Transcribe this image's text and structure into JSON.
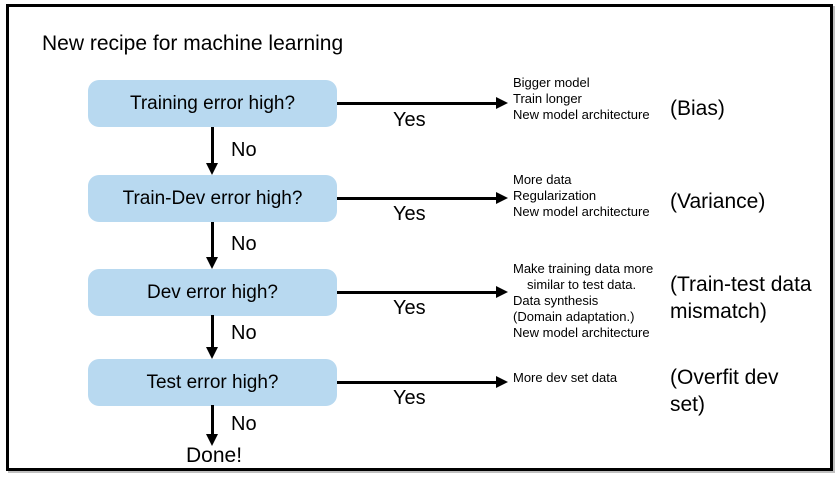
{
  "title": "New recipe for machine learning",
  "colors": {
    "box_fill": "#b8d9f0",
    "line": "#000000",
    "frame_border": "#000000",
    "text": "#000000"
  },
  "flow": {
    "steps": [
      {
        "question": "Training error high?",
        "yes_label": "Yes",
        "no_label": "No",
        "actions": [
          "Bigger model",
          "Train longer",
          "New model architecture"
        ],
        "category_lines": [
          "(Bias)"
        ]
      },
      {
        "question": "Train-Dev error high?",
        "yes_label": "Yes",
        "no_label": "No",
        "actions": [
          "More data",
          "Regularization",
          "New model architecture"
        ],
        "category_lines": [
          "(Variance)"
        ]
      },
      {
        "question": "Dev error high?",
        "yes_label": "Yes",
        "no_label": "No",
        "actions": [
          "Make training data more",
          "similar to test data.",
          "Data synthesis",
          "(Domain adaptation.)",
          "New model architecture"
        ],
        "category_lines": [
          "(Train-test data",
          "mismatch)"
        ]
      },
      {
        "question": "Test error high?",
        "yes_label": "Yes",
        "no_label": "No",
        "actions": [
          "More dev set data"
        ],
        "category_lines": [
          "(Overfit dev",
          "set)"
        ]
      }
    ],
    "done_label": "Done!"
  }
}
